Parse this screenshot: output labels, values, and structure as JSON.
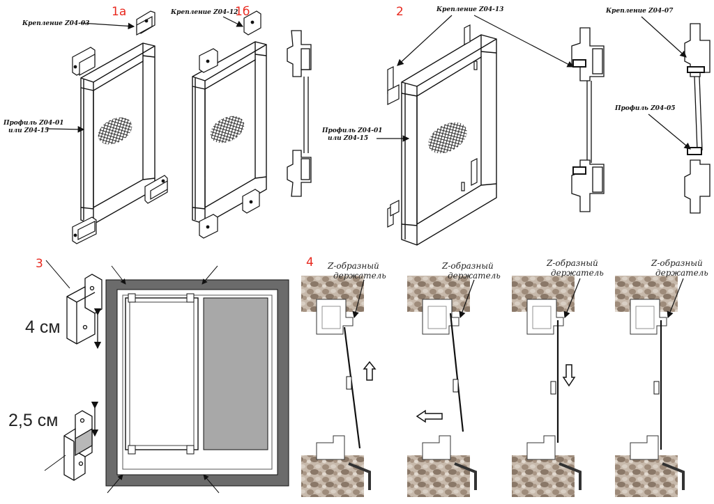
{
  "section_numbers": [
    "1а",
    "1б",
    "2",
    "3",
    "4"
  ],
  "labels": {
    "z04_03": "Крепление Z04-03",
    "z04_12": "Крепление Z04-12",
    "z04_13": "Крепление Z04-13",
    "z04_07": "Крепление Z04-07",
    "z04_05": "Профиль Z04-05",
    "profile_line1": "Профиль Z04-01",
    "profile_line2": "или Z04-15"
  },
  "dimensions": [
    "4 см",
    "2,5 см"
  ],
  "z_holder": {
    "line1": "Z-образный",
    "line2": "держатель"
  },
  "colors": {
    "section_number": "#e8281e",
    "outer_frame": "#6b6b6b",
    "screen_panel": "#a8a8a8",
    "stone": "#b5a596",
    "line": "#111111"
  },
  "icons": [
    "arrow-up-icon",
    "arrow-left-icon",
    "arrow-down-icon"
  ]
}
